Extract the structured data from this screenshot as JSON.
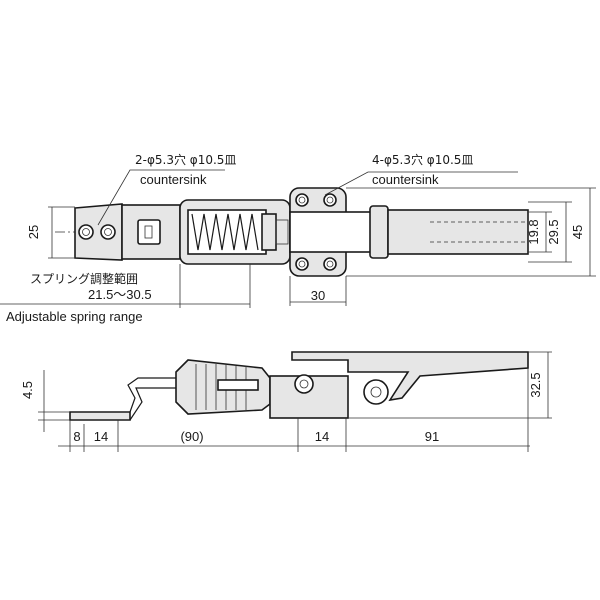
{
  "callouts": {
    "left_hole": "2-φ5.3穴 φ10.5皿",
    "left_hole_en": "countersink",
    "right_hole": "4-φ5.3穴 φ10.5皿",
    "right_hole_en": "countersink",
    "spring_jp": "スプリング調整範囲",
    "spring_range": "21.5〜30.5",
    "spring_en": "Adjustable spring range"
  },
  "dimensions": {
    "top_left_height": "25",
    "top_19_8": "19.8",
    "top_29_5": "29.5",
    "top_45": "45",
    "top_30": "30",
    "side_4_5": "4.5",
    "side_32_5": "32.5",
    "bottom_8": "8",
    "bottom_14a": "14",
    "bottom_90": "(90)",
    "bottom_14b": "14",
    "bottom_91": "91"
  }
}
